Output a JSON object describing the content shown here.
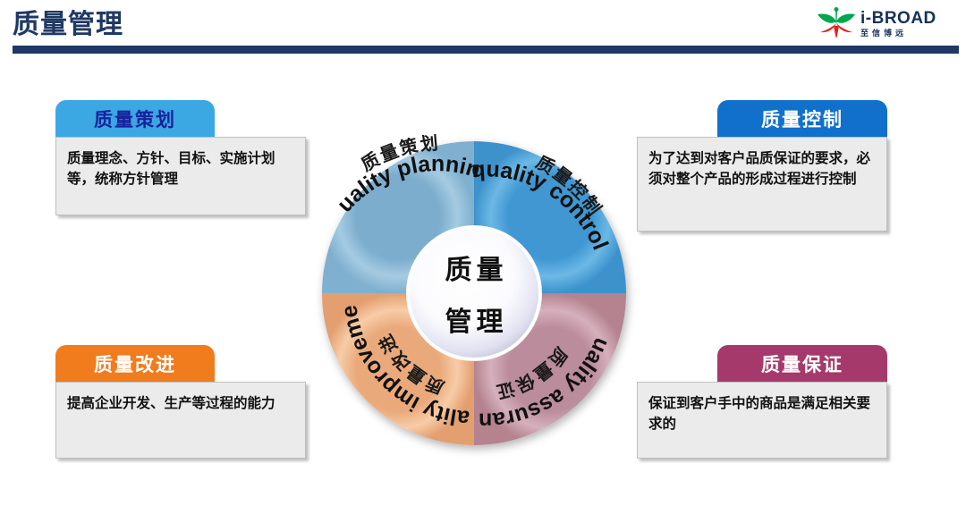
{
  "header": {
    "title": "质量管理",
    "accent_color": "#1f3864"
  },
  "logo": {
    "name": "i-BROAD",
    "subtitle": "至信博远",
    "mark_icon": "ibroad-butterfly-logo-icon",
    "mark_colors": [
      "#00a650",
      "#e2231a"
    ]
  },
  "cards": [
    {
      "id": "planning",
      "title": "质量策划",
      "body": "质量理念、方针、目标、实施计划等，统称方针管理",
      "badge_color": "#3ba7e3",
      "title_color": "#16229c"
    },
    {
      "id": "control",
      "title": "质量控制",
      "body": "为了达到对客户品质保证的要求，必须对整个产品的形成过程进行控制",
      "badge_color": "#1070cc",
      "title_color": "#ffffff"
    },
    {
      "id": "improvement",
      "title": "质量改进",
      "body": "提高企业开发、生产等过程的能力",
      "badge_color": "#f07c1e",
      "title_color": "#ffffff"
    },
    {
      "id": "assurance",
      "title": "质量保证",
      "body": "保证到客户手中的商品是满足相关要求的",
      "badge_color": "#a6396b",
      "title_color": "#ffffff"
    }
  ],
  "wheel": {
    "center_line1": "质量",
    "center_line2": "管理",
    "segments": [
      {
        "id": "planning",
        "label_cn": "质量策划",
        "label_en": "quality planning",
        "color": "#85b8d8",
        "color_light": "#a8cde4",
        "quadrant": "top-left"
      },
      {
        "id": "control",
        "label_cn": "质量控制",
        "label_en": "quality control",
        "color": "#49a0d8",
        "color_light": "#74bce8",
        "quadrant": "top-right"
      },
      {
        "id": "improvement",
        "label_cn": "质量改进",
        "label_en": "quality improvement",
        "color": "#f2b183",
        "color_light": "#f7cba8",
        "quadrant": "bottom-left"
      },
      {
        "id": "assurance",
        "label_cn": "质量保证",
        "label_en": "quality assurance",
        "color": "#c396a5",
        "color_light": "#d6b1bd",
        "quadrant": "bottom-right"
      }
    ]
  }
}
